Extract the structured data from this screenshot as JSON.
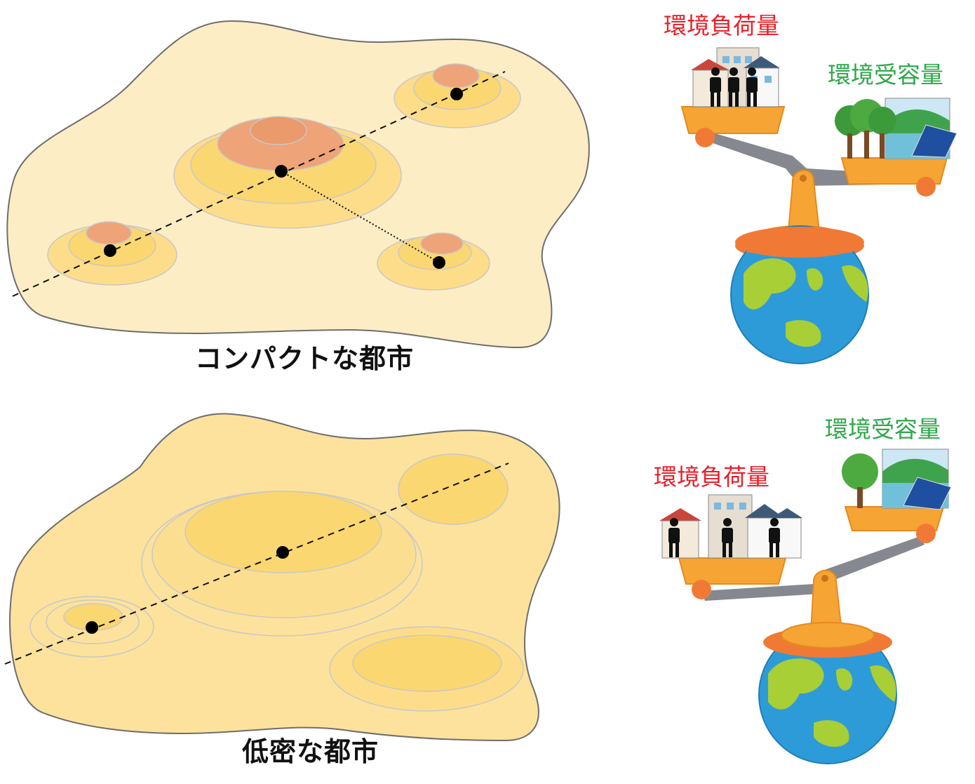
{
  "compact": {
    "caption": "コンパクトな都市",
    "load_label": "環境負荷量",
    "capacity_label": "環境受容量"
  },
  "sparse": {
    "caption": "低密な都市",
    "load_label": "環境負荷量",
    "capacity_label": "環境受容量"
  },
  "colors": {
    "land_compact": "#FDEDC4",
    "land_sparse": "#FCE29C",
    "ring_yellow": "#FBD771",
    "core_orange": "#EFA378",
    "ring_stroke": "#C8C8C8",
    "outline": "#6E6E6E",
    "load_label": "#E8202A",
    "capacity_label": "#2EA84A",
    "scale_orange": "#F6A433",
    "scale_band": "#F07A35",
    "arm_gray": "#85898F",
    "ocean": "#2E9BD9",
    "land_green": "#A8CF35"
  },
  "icons": [
    "houses-with-people-icon",
    "nature-and-solar-icon",
    "balance-scale-icon",
    "earth-globe-icon"
  ]
}
